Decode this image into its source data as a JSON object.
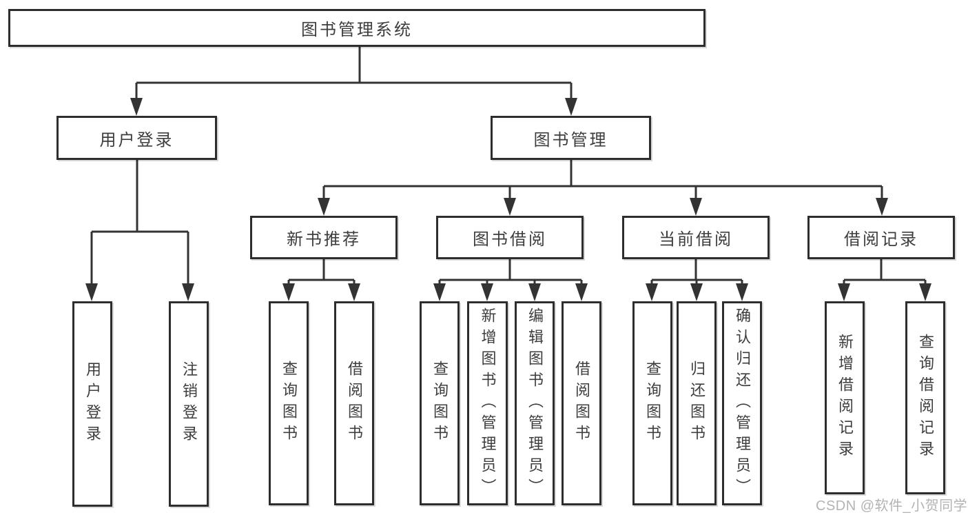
{
  "tree": {
    "root": "图书管理系统",
    "branches": [
      {
        "label": "用户登录",
        "children": [
          "用户登录",
          "注销登录"
        ]
      },
      {
        "label": "图书管理",
        "groups": [
          {
            "label": "新书推荐",
            "children": [
              "查询图书",
              "借阅图书"
            ]
          },
          {
            "label": "图书借阅",
            "children": [
              "查询图书",
              "新增图书（管理员）",
              "编辑图书（管理员）",
              "借阅图书"
            ]
          },
          {
            "label": "当前借阅",
            "children": [
              "查询图书",
              "归还图书",
              "确认归还（管理员）"
            ]
          },
          {
            "label": "借阅记录",
            "children": [
              "新增借阅记录",
              "查询借阅记录"
            ]
          }
        ]
      }
    ]
  },
  "watermark": "CSDN @软件_小贺同学",
  "colors": {
    "line": "#333333",
    "box_border": "#2d2d2d",
    "text": "#3d3d3d",
    "watermark": "#b3b3b3",
    "background": "#ffffff"
  }
}
